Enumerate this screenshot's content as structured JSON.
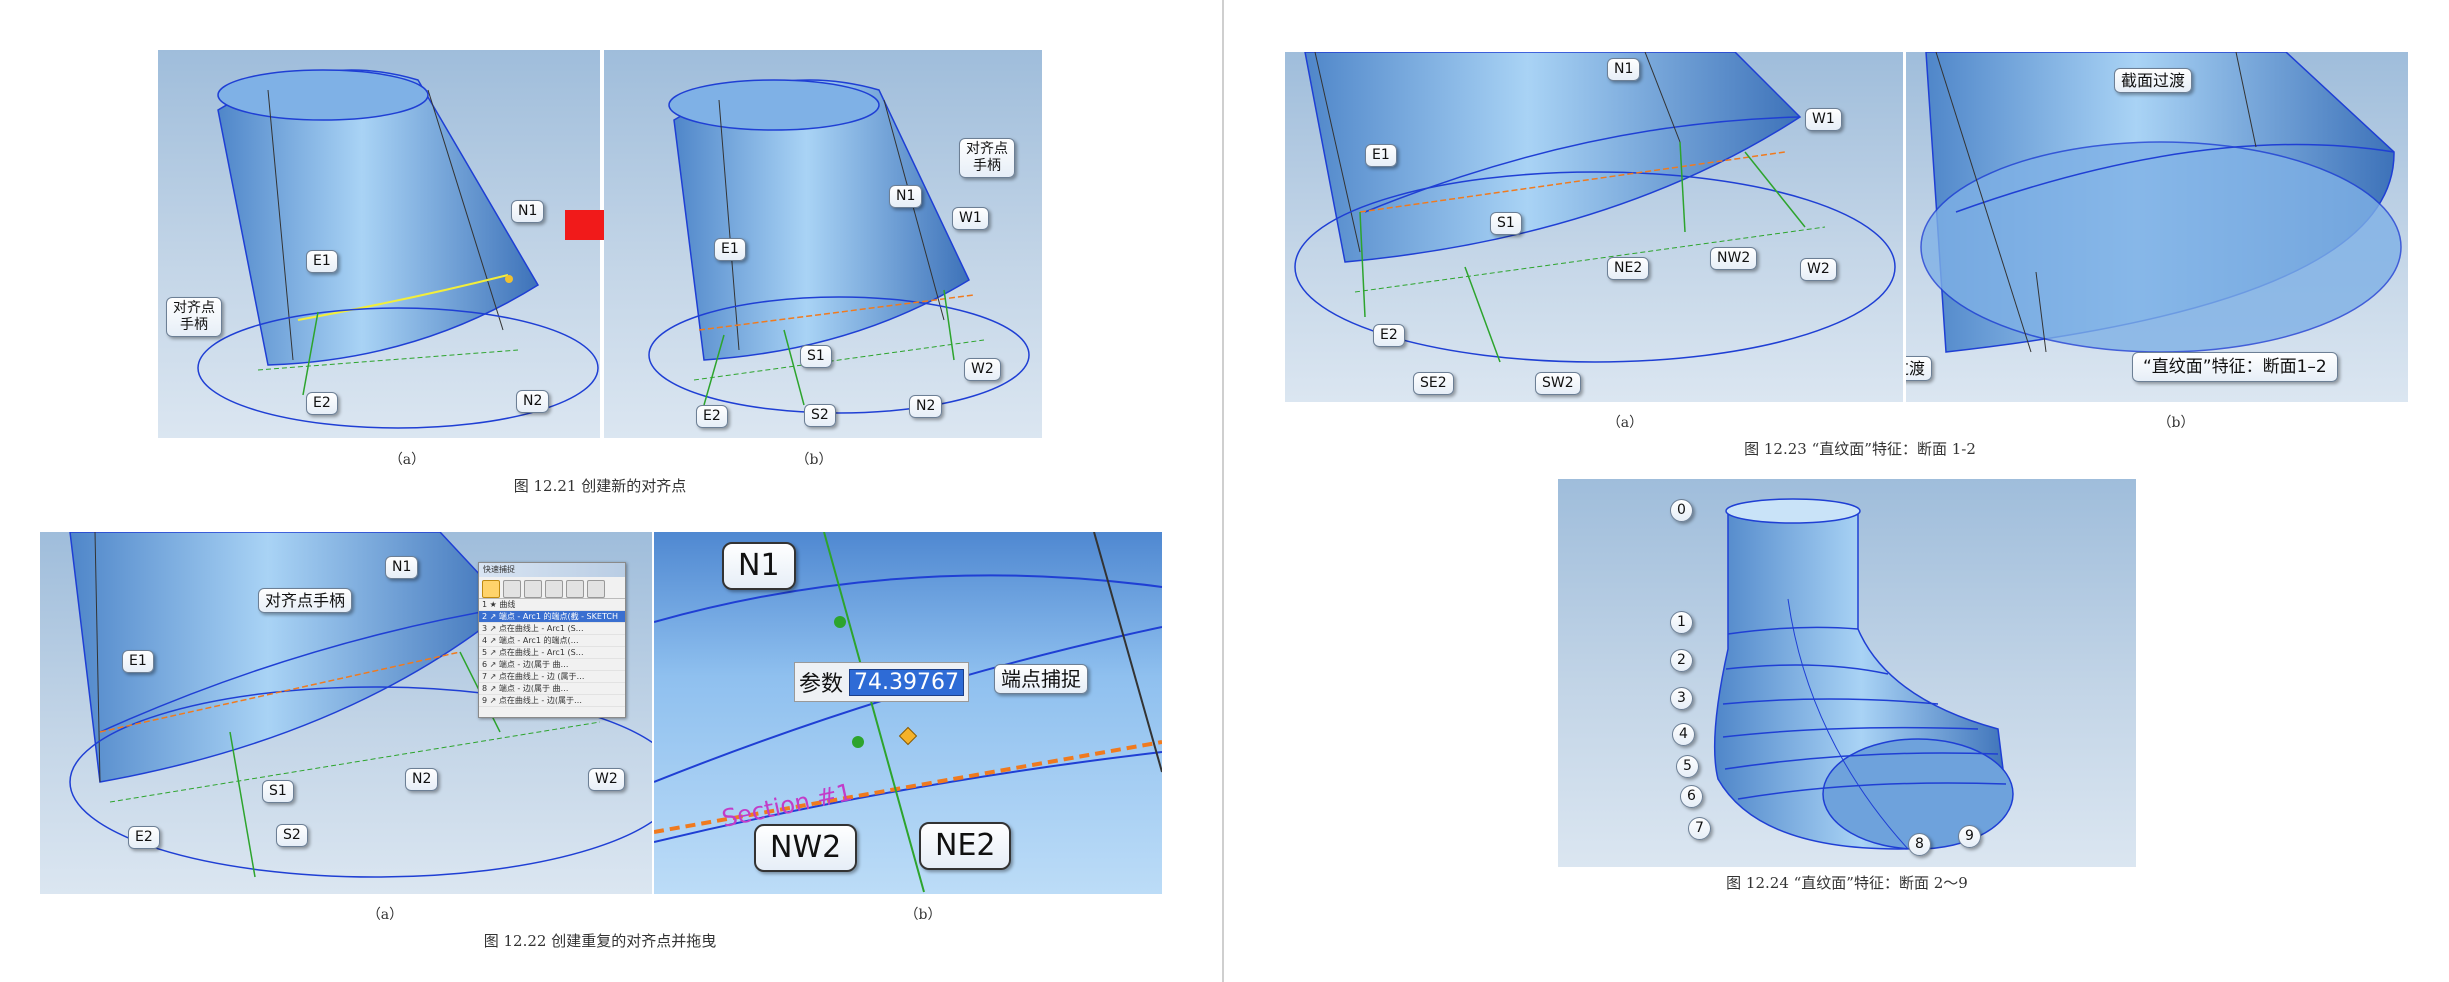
{
  "left_page": {
    "fig_12_21": {
      "caption": "图 12.21 创建新的对齐点",
      "sub_a": "（a）",
      "sub_b": "（b）",
      "a_labels": {
        "n1": "N1",
        "e1": "E1",
        "e2": "E2",
        "n2": "N2",
        "handle_line1": "对齐点",
        "handle_line2": "手柄"
      },
      "b_labels": {
        "n1": "N1",
        "w1": "W1",
        "e1": "E1",
        "s1": "S1",
        "w2": "W2",
        "e2": "E2",
        "s2": "S2",
        "n2": "N2",
        "handle_line1": "对齐点",
        "handle_line2": "手柄"
      }
    },
    "fig_12_22": {
      "caption": "图 12.22 创建重复的对齐点并拖曳",
      "sub_a": "（a）",
      "sub_b": "（b）",
      "a_labels": {
        "n1": "N1",
        "handle": "对齐点手柄",
        "e1": "E1",
        "n2": "N2",
        "w2": "W2",
        "s1": "S1",
        "e2": "E2",
        "s2": "S2"
      },
      "b_labels": {
        "n1": "N1",
        "nw2": "NW2",
        "ne2": "NE2",
        "snap": "端点捕捉",
        "param_label": "参数",
        "param_value": "74.39767"
      },
      "snap_panel": {
        "title": "快速捕捉",
        "rows": [
          "1 ★ 曲线",
          "2 ↗ 端点 - Arc1 的端点(截 - SKETCH",
          "3 ↗ 点在曲线上 - Arc1 (S…",
          "4 ↗ 端点 - Arc1 的端点(…",
          "5 ↗ 点在曲线上 - Arc1 (S…",
          "6 ↗ 端点 - 边(属于 曲…",
          "7 ↗ 点在曲线上 - 边 (属于…",
          "8 ↗ 端点 - 边(属于 曲…",
          "9 ↗ 点在曲线上 - 边(属于…"
        ]
      }
    }
  },
  "right_page": {
    "fig_12_23": {
      "caption": "图 12.23 “直纹面”特征：断面 1-2",
      "sub_a": "（a）",
      "sub_b": "（b）",
      "a_labels": {
        "n1": "N1",
        "w1": "W1",
        "e1": "E1",
        "s1": "S1",
        "ne2": "NE2",
        "nw2": "NW2",
        "w2": "W2",
        "e2": "E2",
        "se2": "SE2",
        "sw2": "SW2"
      },
      "b_labels": {
        "transition_top": "截面过渡",
        "transition_bottom": "截面过渡",
        "feature": "“直纹面”特征：断面1–2"
      }
    },
    "fig_12_24": {
      "caption": "图 12.24 “直纹面”特征：断面 2～9",
      "section_labels": [
        "0",
        "1",
        "2",
        "3",
        "4",
        "5",
        "6",
        "7",
        "8",
        "9"
      ]
    }
  },
  "colors": {
    "surface": "#7fb1e6",
    "edge": "#1f3fd4",
    "green_line": "#2da42d",
    "orange_line": "#f07a1e",
    "purple_text": "#c23cc8",
    "arrow": "#f11a1a",
    "background_top": "#9fbddb"
  }
}
